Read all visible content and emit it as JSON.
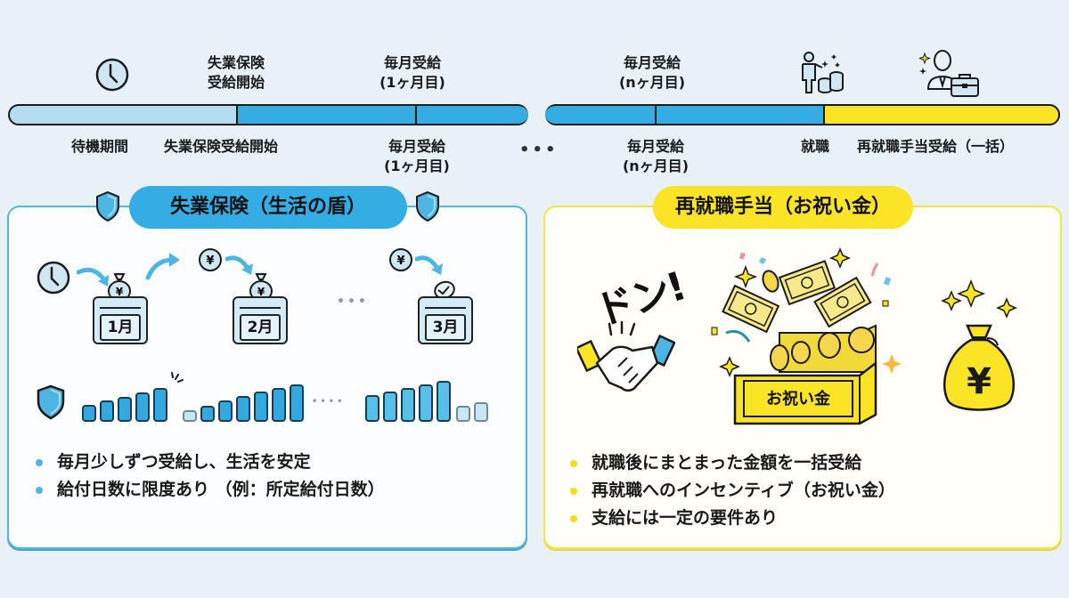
{
  "timeline": {
    "top_labels": [
      {
        "id": "start",
        "line1": "失業保険",
        "line2": "受給開始"
      },
      {
        "id": "month1",
        "line1": "毎月受給",
        "line2": "(1ヶ月目)"
      },
      {
        "id": "monthN",
        "line1": "毎月受給",
        "line2": "(nヶ月目)"
      }
    ],
    "bottom_labels": [
      {
        "id": "waiting",
        "text": "待機期間"
      },
      {
        "id": "start",
        "text": "失業保険受給開始"
      },
      {
        "id": "month1",
        "line1": "毎月受給",
        "line2": "(1ヶ月目)"
      },
      {
        "id": "monthN",
        "line1": "毎月受給",
        "line2": "(nヶ月目)"
      },
      {
        "id": "employment",
        "text": "就職"
      },
      {
        "id": "reemployment",
        "text": "再就職手当受給（一括）"
      }
    ],
    "ellipsis": "•••",
    "segments": [
      {
        "name": "waiting-period",
        "color": "#b4dcee"
      },
      {
        "name": "monthly-benefit",
        "color": "#33ade3"
      },
      {
        "name": "reemployment-allowance",
        "color": "#fbe326"
      }
    ],
    "icons": [
      "clock-icon",
      "person-with-coins-icon",
      "businessperson-briefcase-icon"
    ]
  },
  "unemployment_panel": {
    "title": "失業保険（生活の盾）",
    "accent_color": "#33ade3",
    "months": [
      "1月",
      "2月",
      "3月"
    ],
    "ellipsis": "•••",
    "bar_ellipsis": "••••",
    "bullets": [
      "毎月少しずつ受給し、生活を安定",
      "給付日数に限度あり （例：所定給付日数）"
    ]
  },
  "reemployment_panel": {
    "title": "再就職手当（お祝い金）",
    "accent_color": "#fbe326",
    "exclamation": "ドン!",
    "chest_label": "お祝い金",
    "money_bag_symbol": "¥",
    "bullets": [
      "就職後にまとまった金額を一括受給",
      "再就職へのインセンティブ（お祝い金）",
      "支給には一定の要件あり"
    ]
  }
}
